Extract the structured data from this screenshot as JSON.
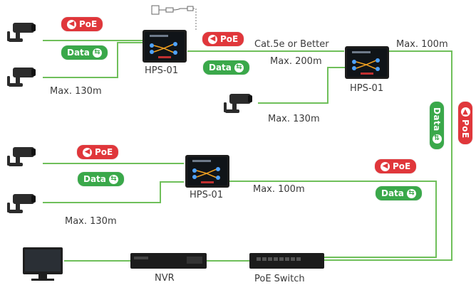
{
  "labels": {
    "hps_a": "HPS-01",
    "hps_b": "HPS-01",
    "hps_c": "HPS-01",
    "cat5e": "Cat.5e or Better",
    "max200": "Max. 200m",
    "max100_top": "Max. 100m",
    "max130_a": "Max. 130m",
    "max130_b": "Max. 130m",
    "max100_mid": "Max. 100m",
    "max130_c": "Max. 130m",
    "nvr": "NVR",
    "poe_switch": "PoE Switch"
  },
  "tags": {
    "poe": "PoE",
    "data": "Data"
  },
  "colors": {
    "poe": "#e0373b",
    "data": "#3aa84a",
    "line": "#6fbf5a",
    "device": "#1e1e1e"
  },
  "icons": {
    "poe": "arrow-left-circle-icon",
    "data": "double-arrow-circle-icon",
    "camera": "cctv-camera-icon",
    "adapter": "power-adapter-icon",
    "monitor": "monitor-icon"
  }
}
